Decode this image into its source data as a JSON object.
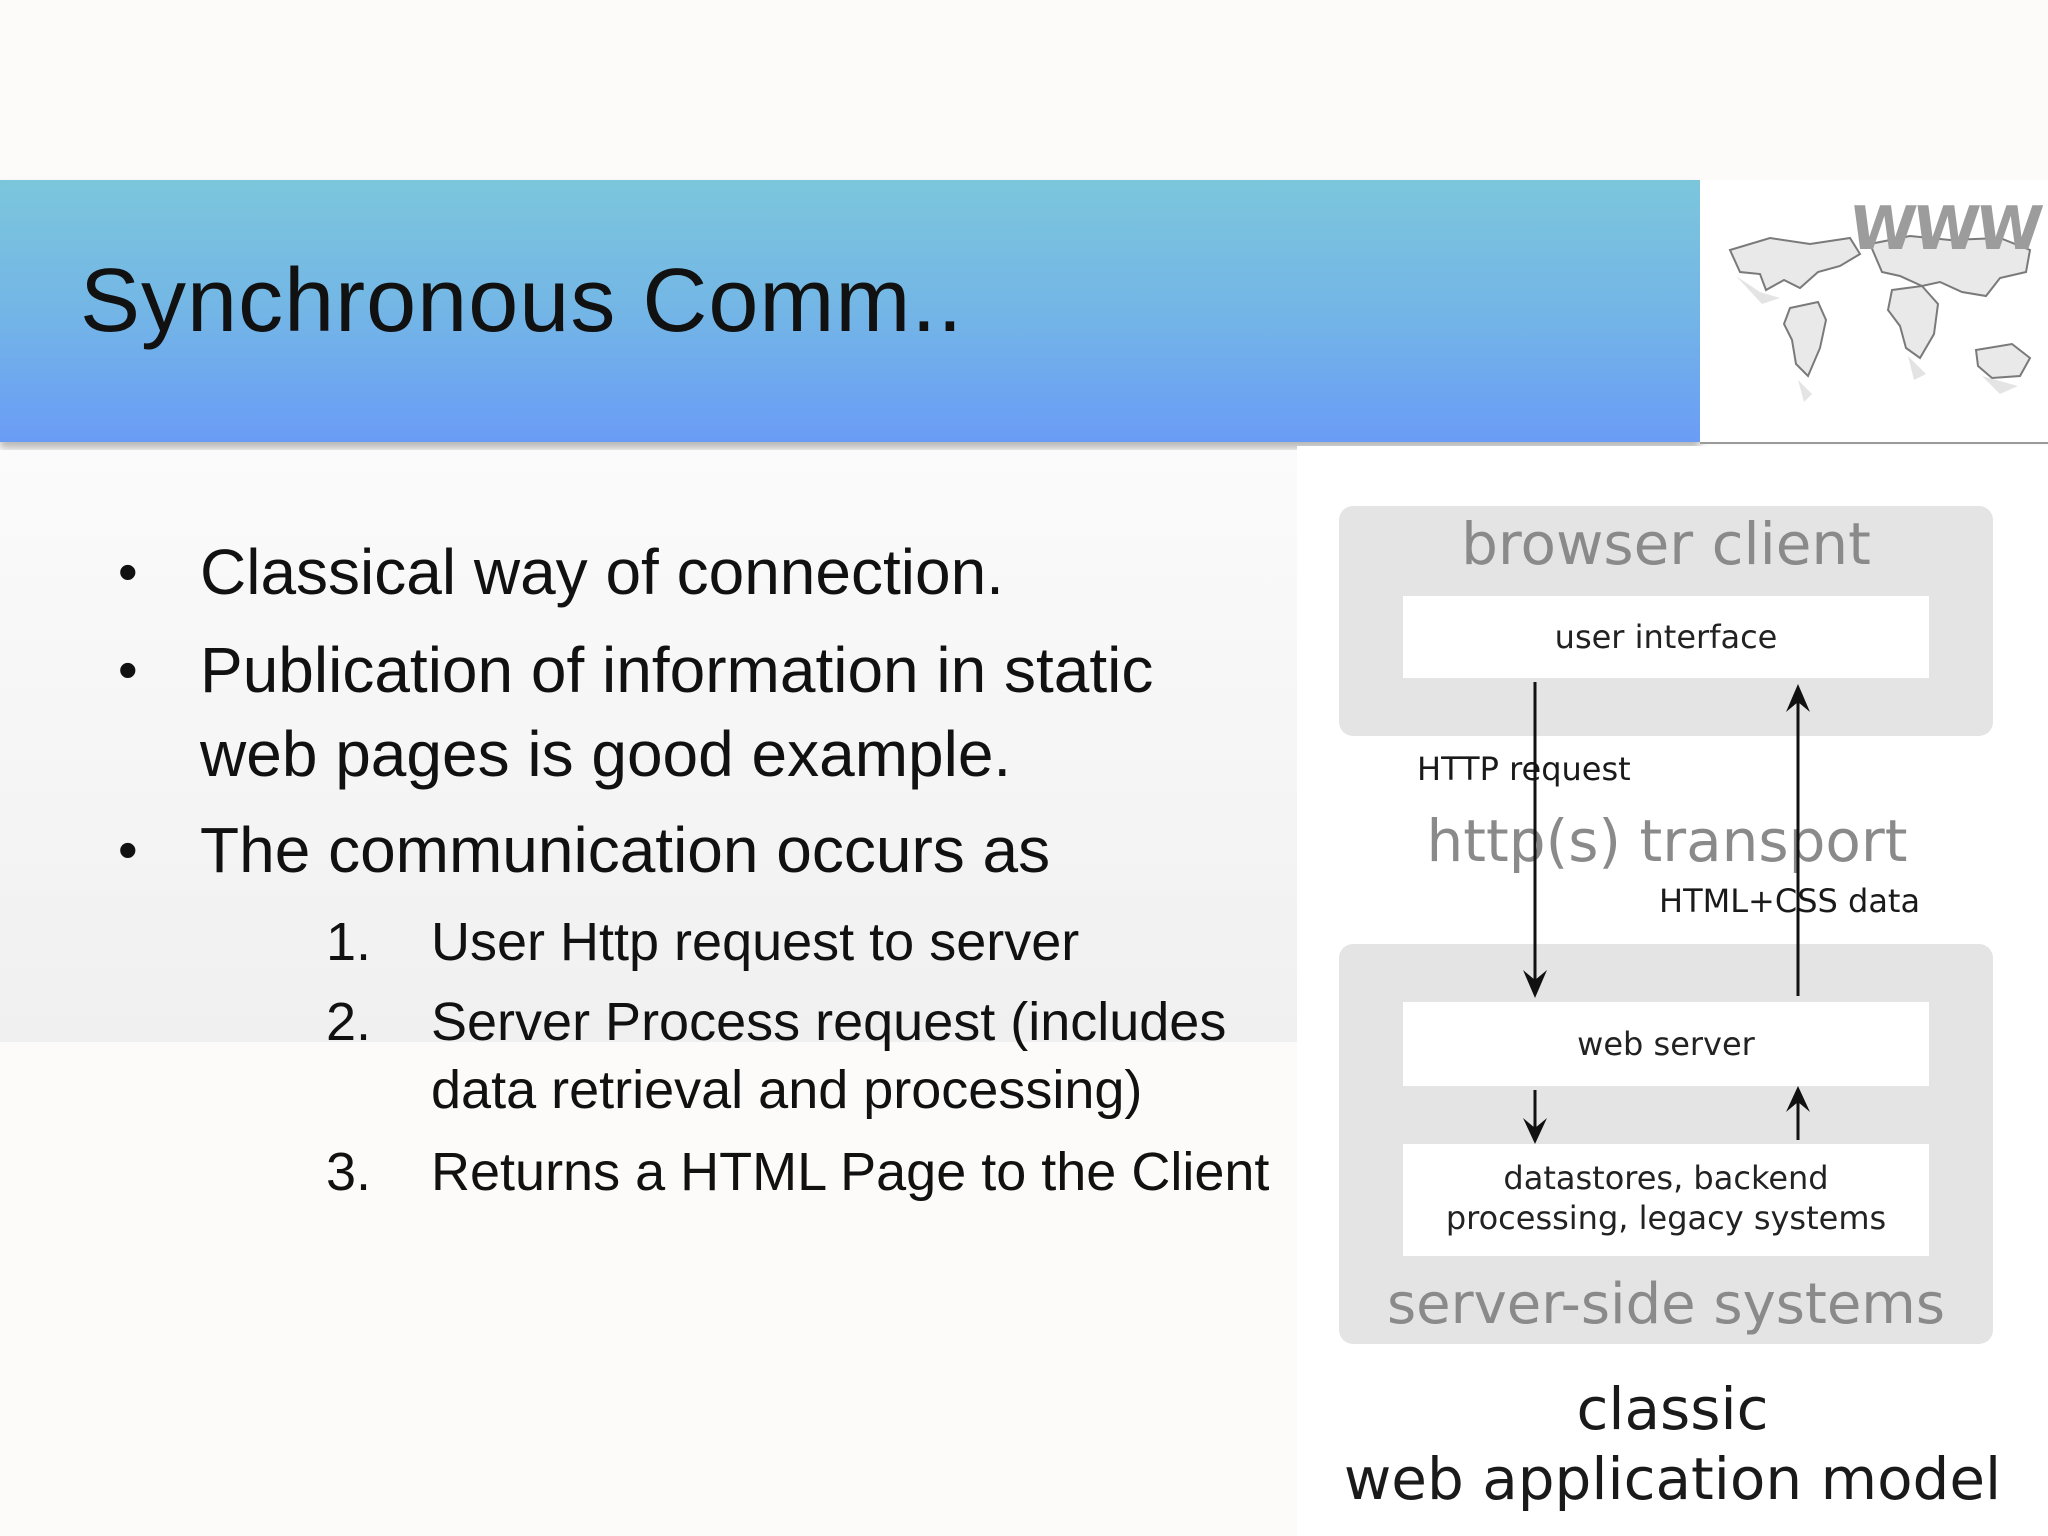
{
  "slide": {
    "title": "Synchronous Comm..",
    "bullets": [
      "Classical way of connection.",
      "Publication of information in static web pages is good example.",
      "The communication occurs as"
    ],
    "steps": [
      {
        "num": "1.",
        "text": "User Http request  to server"
      },
      {
        "num": "2.",
        "text": "Server Process request (includes data retrieval and processing)"
      },
      {
        "num": "3.",
        "text": "Returns a HTML Page to the Client"
      }
    ]
  },
  "logo": {
    "text": "WWW",
    "icon": "world-map-icon"
  },
  "diagram": {
    "browser_group_label": "browser client",
    "user_interface_label": "user interface",
    "http_request_label": "HTTP request",
    "transport_label": "http(s) transport",
    "response_label": "HTML+CSS data",
    "web_server_label": "web server",
    "datastores_line1": "datastores, backend",
    "datastores_line2": "processing, legacy systems",
    "server_group_label": "server-side systems",
    "caption_line1": "classic",
    "caption_line2": "web application model"
  },
  "colors": {
    "title_gradient_top": "#7cc6dc",
    "title_gradient_bottom": "#6a9cf6",
    "diagram_group_fill": "#e4e4e4"
  }
}
